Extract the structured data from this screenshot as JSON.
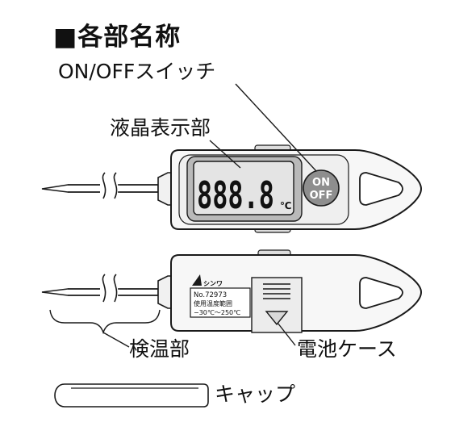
{
  "heading": "■各部名称",
  "labels": {
    "on_off_switch": "ON/OFFスイッチ",
    "lcd": "液晶表示部",
    "probe": "検温部",
    "battery_case": "電池ケース",
    "cap": "キャップ"
  },
  "device": {
    "lcd_reading": "888.8",
    "lcd_unit": "℃",
    "button_on": "ON",
    "button_off": "OFF",
    "logo_text": "シンワ",
    "model_no": "No.72973",
    "range_title": "使用温度範囲",
    "range_value": "−30℃〜250℃"
  },
  "colors": {
    "body_fill": "#f7f7f7",
    "lcd_bezel": "#b9b9b9",
    "lcd_screen": "#e4e4e4",
    "button": "#8e8e8e",
    "outline": "#1a1a1a"
  }
}
